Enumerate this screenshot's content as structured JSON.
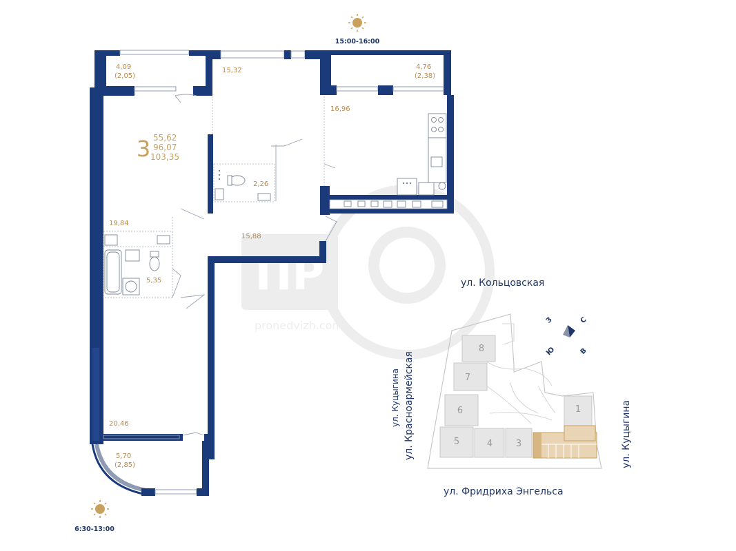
{
  "sun": {
    "top_time": "15:00-16:00",
    "bottom_time": "6:30-13:00",
    "color": "#c9a15f"
  },
  "apartment": {
    "rooms_count": "3",
    "area_living": "55,62",
    "area_total": "96,07",
    "area_full": "103,35",
    "accent_color": "#c9a15f"
  },
  "room_labels": [
    {
      "id": "balcony-top-left-area",
      "text": "4,09"
    },
    {
      "id": "balcony-top-left-reduced",
      "text": "(2,05)"
    },
    {
      "id": "room-top-middle",
      "text": "15,32"
    },
    {
      "id": "balcony-top-right-area",
      "text": "4,76"
    },
    {
      "id": "balcony-top-right-reduced",
      "text": "(2,38)"
    },
    {
      "id": "kitchen",
      "text": "16,96"
    },
    {
      "id": "bathroom-small",
      "text": "2,26"
    },
    {
      "id": "room-left",
      "text": "19,84"
    },
    {
      "id": "hall",
      "text": "15,88"
    },
    {
      "id": "bathroom",
      "text": "5,35"
    },
    {
      "id": "room-bottom",
      "text": "20,46"
    },
    {
      "id": "balcony-bottom-area",
      "text": "5,70"
    },
    {
      "id": "balcony-bottom-reduced",
      "text": "(2,85)"
    }
  ],
  "streets": {
    "north": "ул. Кольцовская",
    "west": "ул. Красноармейская",
    "west_small": "ул. Куцыгина",
    "east": "ул. Куцыгина",
    "south": "ул. Фридриха Энгельса"
  },
  "compass": {
    "n": "С",
    "w": "З",
    "s": "Ю",
    "e": "В"
  },
  "buildings": [
    "8",
    "7",
    "6",
    "5",
    "4",
    "3",
    "1"
  ],
  "watermark": {
    "logo": "ПР",
    "site": "pronedvizh.com"
  },
  "colors": {
    "wall": "#1a3a7a",
    "highlight": "#e9d5b6",
    "highlight_edge": "#c9a15f"
  }
}
